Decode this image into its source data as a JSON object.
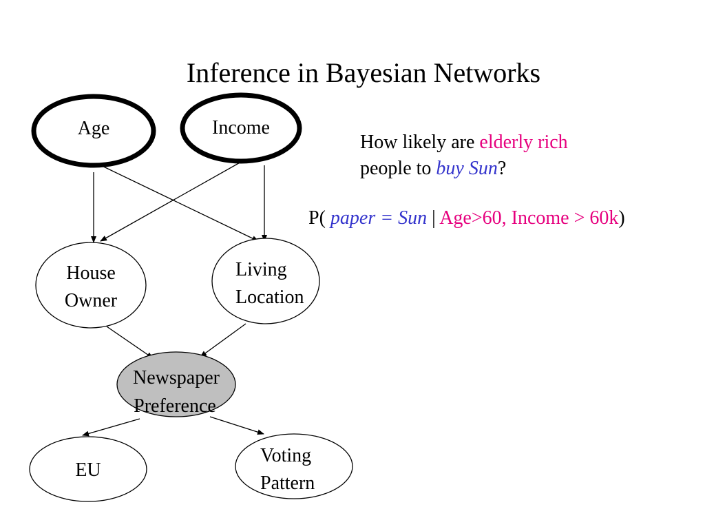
{
  "title": "Inference in Bayesian Networks",
  "nodes": {
    "age": {
      "label": "Age"
    },
    "income": {
      "label": "Income"
    },
    "house_owner": {
      "line1": "House",
      "line2": "Owner"
    },
    "living_location": {
      "line1": "Living",
      "line2": "Location"
    },
    "newspaper_preference": {
      "line1": "Newspaper",
      "line2": "Preference"
    },
    "eu": {
      "label": "EU"
    },
    "voting_pattern": {
      "line1": "Voting",
      "line2": "Pattern"
    }
  },
  "question": {
    "part1": "How likely are ",
    "highlight": "elderly rich",
    "part2": "people to ",
    "emphasis": "buy Sun",
    "part3": "?"
  },
  "query": {
    "open": "P( ",
    "event": "paper = Sun",
    "bar": " | ",
    "evidence": "Age>60, Income > 60k",
    "close": ")"
  },
  "colors": {
    "evidence_text": "#e6007e",
    "query_text": "#3333cc",
    "query_node_fill": "#bfbfbf"
  }
}
